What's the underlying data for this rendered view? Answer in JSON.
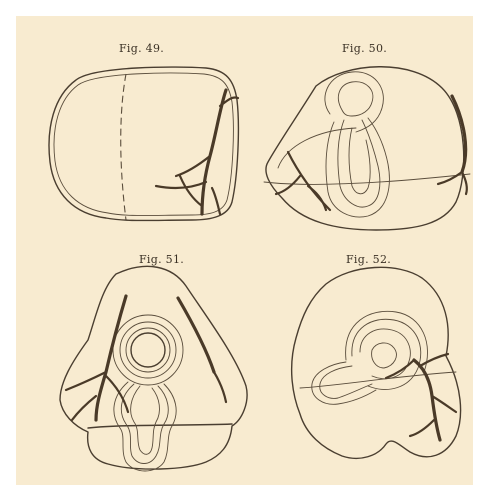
{
  "plate": {
    "background": "#f8ebd0",
    "ink": "#4a3e30"
  },
  "figures": [
    {
      "label": "Fig. 49."
    },
    {
      "label": "Fig. 50."
    },
    {
      "label": "Fig. 51."
    },
    {
      "label": "Fig. 52."
    }
  ]
}
